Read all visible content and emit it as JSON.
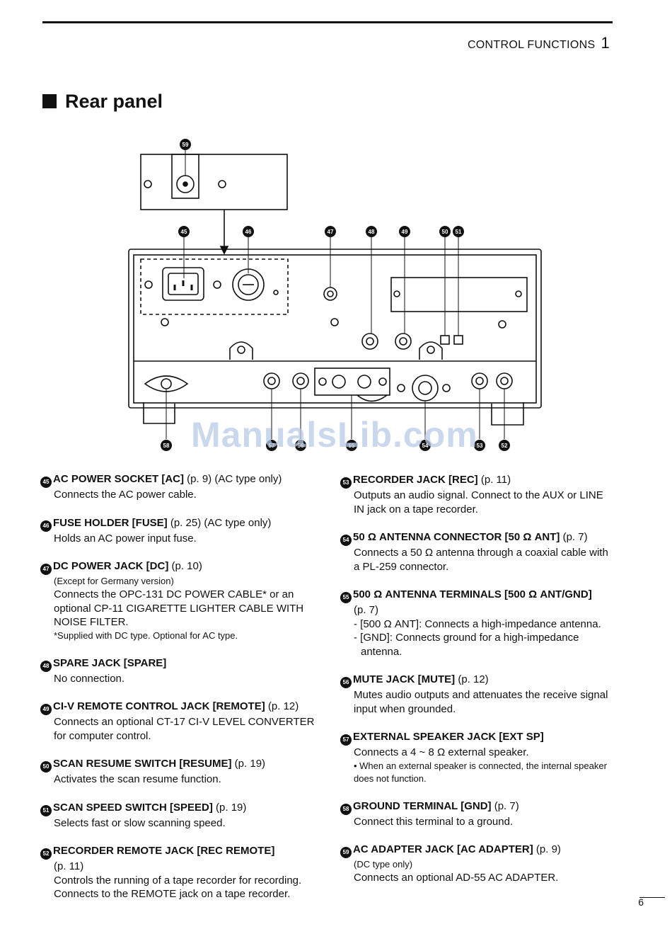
{
  "header": {
    "section": "CONTROL FUNCTIONS",
    "chapter": "1"
  },
  "title": "Rear panel",
  "diagram": {
    "callouts": [
      "59",
      "45",
      "46",
      "47",
      "48",
      "49",
      "50",
      "51",
      "58",
      "57",
      "56",
      "55",
      "54",
      "53",
      "52"
    ]
  },
  "watermark": "ManualsLib.com",
  "left_items": [
    {
      "n": "45",
      "head": "AC POWER SOCKET [AC]",
      "ref": " (p. 9) (AC type only)",
      "lines": [
        "Connects the AC power cable."
      ]
    },
    {
      "n": "46",
      "head": "FUSE HOLDER [FUSE]",
      "ref": " (p. 25) (AC type only)",
      "lines": [
        "Holds an AC power input fuse."
      ]
    },
    {
      "n": "47",
      "head": "DC POWER JACK [DC]",
      "ref": " (p. 10)",
      "small1": "(Except for Germany version)",
      "lines": [
        "Connects the OPC-131 DC POWER CABLE* or an optional CP-11 CIGARETTE LIGHTER CABLE WITH NOISE FILTER."
      ],
      "small2": "*Supplied with DC type. Optional for AC type."
    },
    {
      "n": "48",
      "head": "SPARE JACK [SPARE]",
      "ref": "",
      "lines": [
        "No connection."
      ]
    },
    {
      "n": "49",
      "head": "CI-V REMOTE CONTROL JACK [REMOTE]",
      "ref": " (p. 12)",
      "lines": [
        "Connects an optional CT-17 CI-V LEVEL CONVERTER for computer control."
      ]
    },
    {
      "n": "50",
      "head": "SCAN RESUME SWITCH [RESUME]",
      "ref": " (p. 19)",
      "lines": [
        "Activates the scan resume function."
      ]
    },
    {
      "n": "51",
      "head": "SCAN SPEED SWITCH [SPEED]",
      "ref": " (p. 19)",
      "lines": [
        "Selects fast or slow scanning speed."
      ]
    },
    {
      "n": "52",
      "head": "RECORDER REMOTE JACK [REC REMOTE]",
      "ref": "",
      "lines": [
        "(p. 11)",
        "Controls the running of a tape recorder for recording. Connects to the REMOTE jack on a tape recorder."
      ]
    }
  ],
  "right_items": [
    {
      "n": "53",
      "head": "RECORDER JACK [REC]",
      "ref": " (p. 11)",
      "lines": [
        "Outputs an audio signal. Connect to the AUX or LINE IN jack on a tape recorder."
      ]
    },
    {
      "n": "54",
      "head": "50 Ω ANTENNA CONNECTOR [50 Ω ANT]",
      "ref": " (p. 7)",
      "lines": [
        "Connects a 50 Ω antenna through a coaxial cable with a PL-259 connector."
      ]
    },
    {
      "n": "55",
      "head": "500 Ω ANTENNA TERMINALS [500 Ω ANT/GND]",
      "ref": "",
      "lines": [
        "(p. 7)"
      ],
      "dashes": [
        "- [500 Ω ANT]: Connects a high-impedance antenna.",
        "- [GND]: Connects ground for a high-impedance antenna."
      ]
    },
    {
      "n": "56",
      "head": "MUTE JACK [MUTE]",
      "ref": " (p. 12)",
      "lines": [
        "Mutes audio outputs and attenuates the receive signal input when grounded."
      ]
    },
    {
      "n": "57",
      "head": "EXTERNAL SPEAKER JACK [EXT SP]",
      "ref": "",
      "lines": [
        "Connects a 4 ~ 8 Ω external speaker."
      ],
      "small2": "• When an external speaker is connected, the internal speaker does not function."
    },
    {
      "n": "58",
      "head": "GROUND TERMINAL [GND]",
      "ref": " (p. 7)",
      "lines": [
        "Connect this terminal to a ground."
      ]
    },
    {
      "n": "59",
      "head": "AC ADAPTER JACK [AC ADAPTER]",
      "ref": " (p. 9)",
      "small1": "(DC type only)",
      "lines": [
        "Connects an optional AD-55 AC ADAPTER."
      ]
    }
  ],
  "page_number": "6"
}
